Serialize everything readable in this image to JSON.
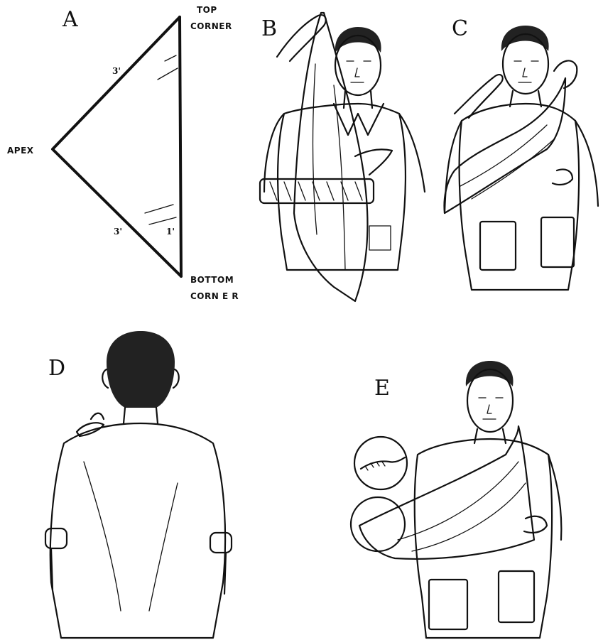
{
  "panels": {
    "a": {
      "letter": "A",
      "top_corner_line1": "TOP",
      "top_corner_line2": "CORNER",
      "apex": "APEX",
      "bottom_corner_line1": "BOTTOM",
      "bottom_corner_line2": "CORN E R",
      "upper_side": "3'",
      "lower_side": "3'",
      "base_mark": "1'"
    },
    "b": {
      "letter": "B"
    },
    "c": {
      "letter": "C"
    },
    "d": {
      "letter": "D"
    },
    "e": {
      "letter": "E"
    }
  }
}
